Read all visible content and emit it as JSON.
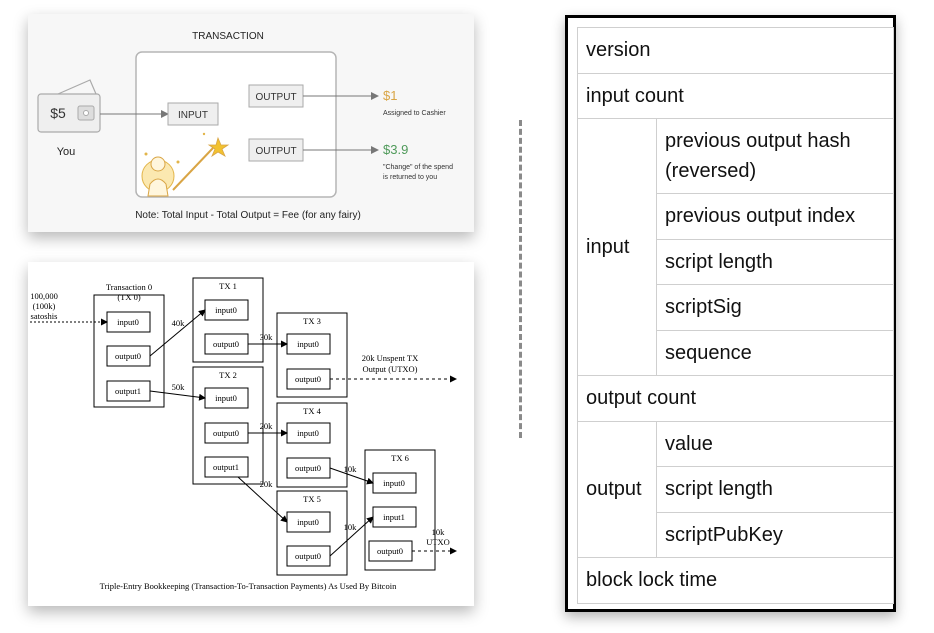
{
  "transaction_card": {
    "title": "TRANSACTION",
    "wallet_amount": "$5",
    "wallet_owner": "You",
    "input_label": "INPUT",
    "output1_label": "OUTPUT",
    "output2_label": "OUTPUT",
    "output1_amount": "$1",
    "output1_note": "Assigned to Cashier",
    "output2_amount": "$3.9",
    "output2_note_line1": "\"Change\" of the spend",
    "output2_note_line2": "is returned to you",
    "note": "Note: Total Input - Total Output = Fee (for any fairy)",
    "colors": {
      "output1_amount": "#d9a545",
      "output2_amount": "#4f9a5a"
    }
  },
  "bookkeeping_diagram": {
    "source_line1": "100,000",
    "source_line2": "(100k)",
    "source_line3": "satoshis",
    "tx0_title_line1": "Transaction 0",
    "tx0_title_line2": "(TX 0)",
    "tx1_title": "TX 1",
    "tx2_title": "TX 2",
    "tx3_title": "TX 3",
    "tx4_title": "TX 4",
    "tx5_title": "TX 5",
    "tx6_title": "TX 6",
    "input0": "input0",
    "input1": "input1",
    "output0": "output0",
    "output1": "output1",
    "edge_40k": "40k",
    "edge_50k": "50k",
    "edge_30k": "30k",
    "edge_20k_a": "20k",
    "edge_20k_b": "20k",
    "edge_10k_a": "10k",
    "edge_10k_b": "10k",
    "utxo1_line1": "20k Unspent TX",
    "utxo1_line2": "Output (UTXO)",
    "utxo2_line1": "10k",
    "utxo2_line2": "UTXO",
    "caption": "Triple-Entry Bookkeeping (Transaction-To-Transaction Payments) As Used By Bitcoin"
  },
  "tx_structure": {
    "version": "version",
    "input_count": "input count",
    "input_group": "input",
    "input_fields": [
      "previous output hash (reversed)",
      "previous output index",
      "script length",
      "scriptSig",
      "sequence"
    ],
    "output_count": "output count",
    "output_group": "output",
    "output_fields": [
      "value",
      "script length",
      "scriptPubKey"
    ],
    "block_lock_time": "block lock time"
  }
}
